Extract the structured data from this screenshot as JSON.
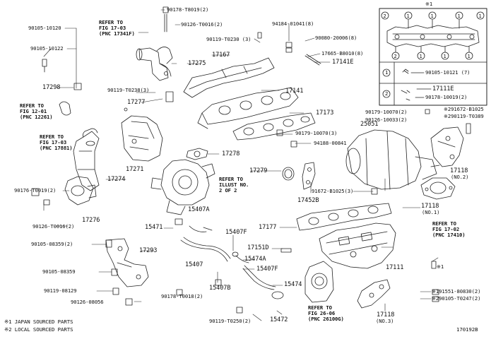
{
  "diagram_id": "170192B",
  "legend": {
    "note1": "※1 JAPAN SOURCED PARTS",
    "note2": "※2 LOCAL SOURCED PARTS"
  },
  "inset": {
    "header_mark": "※1",
    "circle_1": "1",
    "circle_2": "2",
    "row1_part": "90105-10121 (7)",
    "row2_part_a": "17111E",
    "row2_part_b": "90178-10019(2)"
  },
  "parts": {
    "p90178_T": "90178-T8019(2)",
    "p90105_10120": "90105-10120",
    "p90105_10122": "90105-10122",
    "p90126_T": "90126-T0016(2)",
    "p90119_T0230": "90119-T0230 (3)",
    "p94184": "94184-01041(8)",
    "p90080": "90080-20006(8)",
    "p17665": "17665-B8010(8)",
    "p17141E": "17141E",
    "p17167": "17167",
    "p17275": "17275",
    "p17298": "17298",
    "p90119_T0238": "90119-T0238(3)",
    "p17277": "17277",
    "p17141": "17141",
    "p17173": "17173",
    "p17271": "17271",
    "p17278": "17278",
    "p90179_10070a": "90179-10070(2)",
    "p90126_10033": "90126-10033(2)",
    "p91672_81025a": "※291672-B1025",
    "p90119_T0389": "※290119-T0389",
    "p25051": "25051",
    "p90179_10070b": "90179-10070(3)",
    "p94188": "94188-00841",
    "p17274": "17274",
    "p17279": "17279",
    "p17452B": "17452B",
    "p91672_81025b": "91672-B1025(3)",
    "p17118a": "17118",
    "p17118a_no": "(NO.2)",
    "p90176_T": "90176-T0019(2)",
    "p15407A": "15407A",
    "p17118b": "17118",
    "p17118b_no": "(NO.1)",
    "p17276": "17276",
    "p90126_T0016b": "90126-T0016(2)",
    "p17177": "17177",
    "p15471": "15471",
    "p15407F_a": "15407F",
    "p90105_08359a": "90105-08359(2)",
    "p17293": "17293",
    "p17151D": "17151D",
    "p15407": "15407",
    "p15474A": "15474A",
    "p15407F_b": "15407F",
    "p90105_08359b": "90105-08359",
    "p17111": "17111",
    "p15407B": "15407B",
    "p15474": "15474",
    "p90119_08129": "90119-08129",
    "p90178_T0018": "90178-T0018(2)",
    "p90126_08056": "90126-08056",
    "p91551": "※191551-80830(2)",
    "p90105_T0247": "※290105-T0247(2)",
    "p17118c": "17118",
    "p17118c_no": "(NO.3)",
    "p90119_T0250": "90119-T0250(2)",
    "p15472": "15472",
    "star1": "※1"
  },
  "refs": {
    "r1": [
      "REFER TO",
      "FIG 17-03",
      "(PNC 17341F)"
    ],
    "r2": [
      "REFER TO",
      "FIG 12-01",
      "(PNC 12261)"
    ],
    "r3": [
      "REFER TO",
      "FIG 17-03",
      "(PNC 17881)"
    ],
    "r4": [
      "REFER TO",
      "ILLUST NO.",
      "2 OF 2"
    ],
    "r5": [
      "REFER TO",
      "FIG 17-02",
      "(PNC 17410)"
    ],
    "r6": [
      "REFER TO",
      "FIG 26-06",
      "(PNC 26100G)"
    ]
  }
}
